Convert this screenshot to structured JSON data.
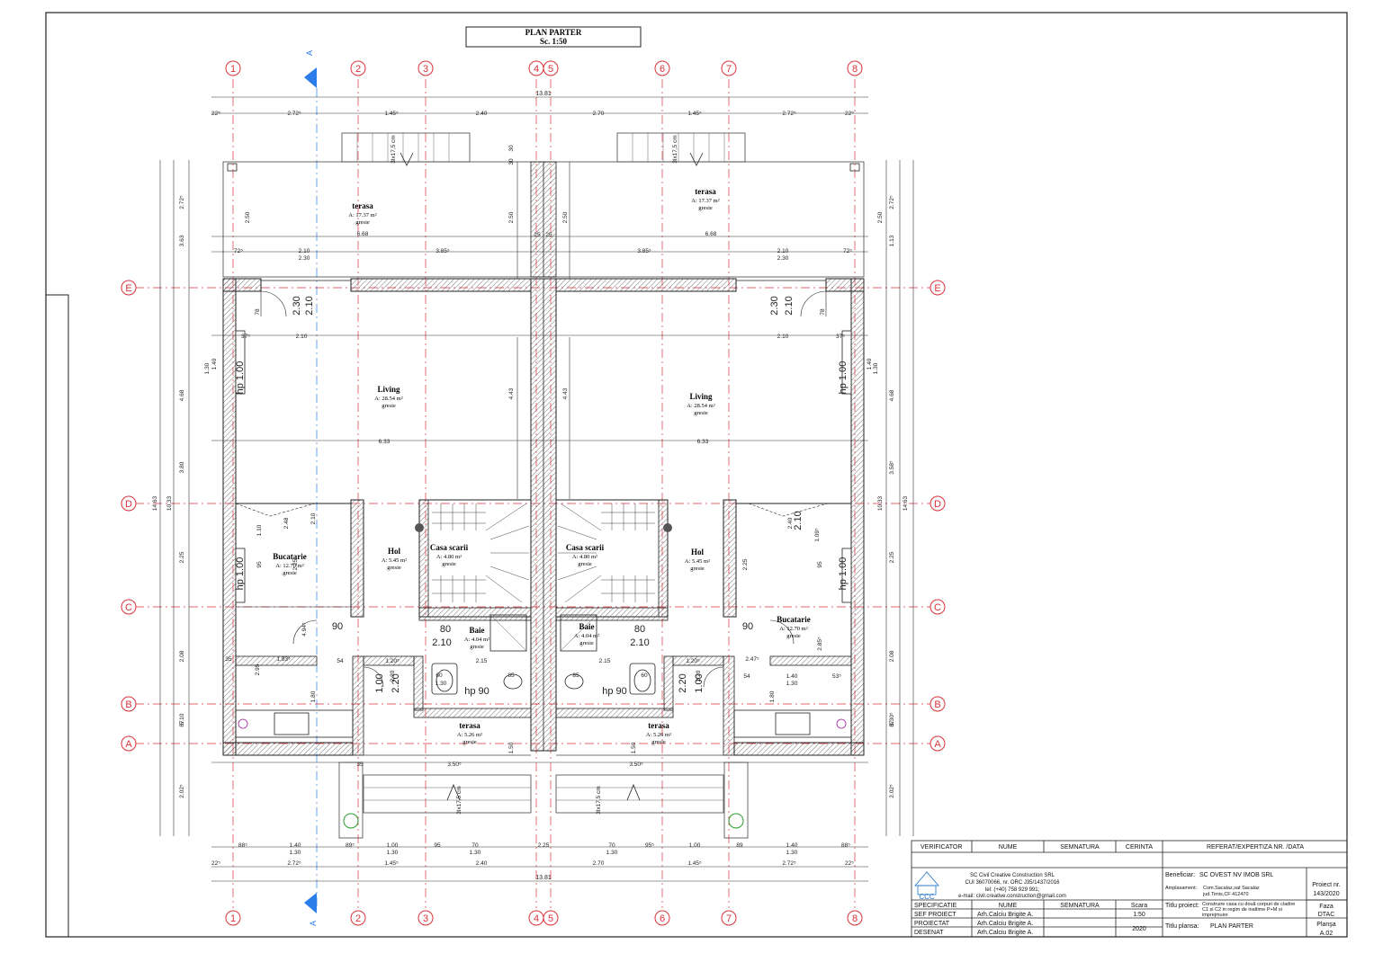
{
  "title": {
    "line1": "PLAN PARTER",
    "line2": "Sc. 1:50"
  },
  "section_mark": "A",
  "axes_vertical": [
    "1",
    "2",
    "3",
    "4",
    "5",
    "6",
    "7",
    "8"
  ],
  "axes_horizontal": [
    "E",
    "D",
    "C",
    "B",
    "A"
  ],
  "dims": {
    "overall": "13.81",
    "top_chain": [
      "22⁵",
      "2.72⁵",
      "1.45⁵",
      "2.40",
      "2.70",
      "1.45⁵",
      "2.72⁵",
      "22⁵"
    ],
    "terrace_row1": [
      "72⁵",
      "2.10",
      "3.85⁵",
      "3.85⁵",
      "2.10",
      "72⁵"
    ],
    "terrace_row2": [
      "2.30",
      "2.30"
    ],
    "living_width": [
      "6.68",
      "6.68"
    ],
    "living_inner": [
      "6.33",
      "6.33"
    ],
    "left_chain": [
      "2.72⁵",
      "3.63",
      "4.68",
      "3.80",
      "2.25",
      "2.08",
      "5.10",
      "87",
      "2.02⁵"
    ],
    "left_total": [
      "14.63",
      "10.33"
    ],
    "right_chain": [
      "2.72⁵",
      "1.13",
      "4.68",
      "3.58⁵",
      "2.25",
      "2.08",
      "3.30⁵",
      "87",
      "2.02⁵"
    ],
    "right_total": [
      "14.63",
      "10.33"
    ],
    "bottom_row1": [
      "88⁵",
      "1.40",
      "89⁵",
      "1.00",
      "95",
      "70",
      "2.25",
      "70",
      "95⁵",
      "1.00",
      "89",
      "1.40",
      "88⁵"
    ],
    "bottom_row2": [
      "1.30",
      "1.30",
      "1.30",
      "1.30",
      "1.30"
    ],
    "bottom_chain": [
      "22⁵",
      "2.72⁵",
      "1.45⁵",
      "2.40",
      "2.70",
      "1.45⁵",
      "2.72⁵",
      "22⁵"
    ],
    "bottom_overall": "13.81",
    "misc": [
      "2.50",
      "2.50",
      "2.50",
      "2.50",
      "30",
      "30",
      "4.43",
      "4.43",
      "25",
      "25",
      "2.25",
      "2.25",
      "1.50",
      "1.50",
      "3.50⁵",
      "3.50⁵",
      "35",
      "35",
      "1.93⁵",
      "2.47⁵",
      "54",
      "54",
      "1.20⁵",
      "1.20⁵",
      "2.15",
      "2.15",
      "1.40",
      "53⁵",
      "1.30",
      "1.30",
      "85",
      "85",
      "2.95",
      "2.85⁵",
      "1.80",
      "1.80",
      "2.20",
      "2.20",
      "37⁵",
      "37⁵",
      "1.40",
      "1.40",
      "1.30",
      "1.30",
      "2.10",
      "2.10",
      "78",
      "78",
      "95",
      "95",
      "1.10",
      "1.09⁵",
      "4.94⁵",
      "2.48",
      "2.40",
      "2.10",
      "2.10",
      "hp 1.00",
      "hp 1.00",
      "hp 1.00",
      "hp 1.00",
      "hp 90",
      "hp 90",
      "80",
      "80",
      "90",
      "90",
      "2.10",
      "2.10",
      "1.00",
      "1.00",
      "2.20",
      "2.20",
      "2.30",
      "2.30",
      "2.10",
      "2.10",
      "60",
      "60",
      "3lx17,5 cm",
      "3lx17,5 cm",
      "3lx17,5 cm",
      "3lx17,5 cm"
    ]
  },
  "rooms": [
    {
      "name": "terasa",
      "area": "A: 17.37 m²",
      "finish": "gresie"
    },
    {
      "name": "terasa",
      "area": "A: 17.37 m²",
      "finish": "gresie"
    },
    {
      "name": "Living",
      "area": "A: 28.54 m²",
      "finish": "gresie"
    },
    {
      "name": "Living",
      "area": "A: 28.54 m²",
      "finish": "gresie"
    },
    {
      "name": "Bucatarie",
      "area": "A: 12.70 m²",
      "finish": "gresie"
    },
    {
      "name": "Hol",
      "area": "A: 5.45 m²",
      "finish": "gresie"
    },
    {
      "name": "Casa scarii",
      "area": "A: 4.80 m²",
      "finish": "gresie"
    },
    {
      "name": "Casa scarii",
      "area": "A: 4.80 m²",
      "finish": "gresie"
    },
    {
      "name": "Hol",
      "area": "A: 5.45 m²",
      "finish": "gresie"
    },
    {
      "name": "Bucatarie",
      "area": "A: 12.70 m²",
      "finish": "gresie"
    },
    {
      "name": "Baie",
      "area": "A: 4.04 m²",
      "finish": "gresie"
    },
    {
      "name": "Baie",
      "area": "A: 4.04 m²",
      "finish": "gresie"
    },
    {
      "name": "terasa",
      "area": "A: 5.26 m²",
      "finish": "gresie"
    },
    {
      "name": "terasa",
      "area": "A: 5.26 m²",
      "finish": "gresie"
    }
  ],
  "title_block": {
    "verificator": "VERIFICATOR",
    "nume": "NUME",
    "semnatura": "SEMNATURA",
    "cerinta": "CERINTA",
    "referat": "REFERAT/EXPERTIZA NR. /DATA",
    "company": "SC Civil Creative Construction SRL",
    "cui": "CUI 36070066, nr. ORC J35/1437/2016",
    "tel": "tel: (+40) 758 929 991;",
    "email": "e-mail: civil.creative.construction@gmail.com",
    "logo_text": "CCC",
    "beneficiar_label": "Beneficiar:",
    "beneficiar": "SC OVEST NV IMOB  SRL",
    "amplasament_label": "Amplasament:",
    "amplasament_1": "Com.Sacalaz,sat Sacalaz",
    "amplasament_2": "jud.Timis,CF 412470",
    "proiect_nr_label": "Proiect nr.",
    "proiect_nr": "143/2020",
    "specificatie": "SPECIFICATIE",
    "scara_label": "Scara",
    "scara": "1:50",
    "titlu_proiect_label": "Titlu proiect:",
    "titlu_proiect_1": "Construire casa cu două corpuri de cladire",
    "titlu_proiect_2": "C1 si C2 in regim de inaltime P+M si",
    "titlu_proiect_3": "imprejmuire",
    "faza_label": "Faza",
    "faza": "DTAC",
    "sef_proiect": "SEF PROIECT",
    "proiectat": "PROIECTAT",
    "desenat": "DESENAT",
    "person": "Arh.Calciu Brigite A.",
    "year": "2020",
    "titlu_plansa_label": "Titlu plansa:",
    "titlu_plansa": "PLAN PARTER",
    "plansa_label": "Planşa",
    "plansa": "A.02"
  }
}
